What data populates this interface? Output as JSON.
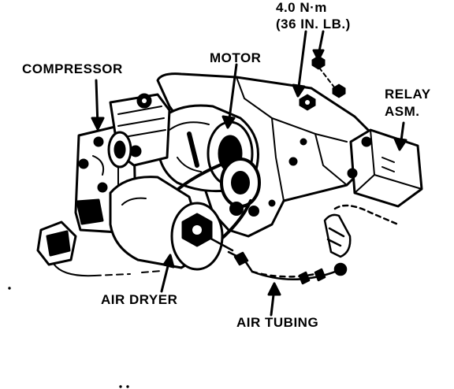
{
  "labels": {
    "torque_line1": "4.0 N·m",
    "torque_line2": "(36 IN. LB.)",
    "compressor": "COMPRESSOR",
    "motor": "MOTOR",
    "relay_line1": "RELAY",
    "relay_line2": "ASM.",
    "air_dryer": "AIR DRYER",
    "air_tubing": "AIR TUBING"
  },
  "colors": {
    "ink": "#000000",
    "paper": "#ffffff"
  }
}
